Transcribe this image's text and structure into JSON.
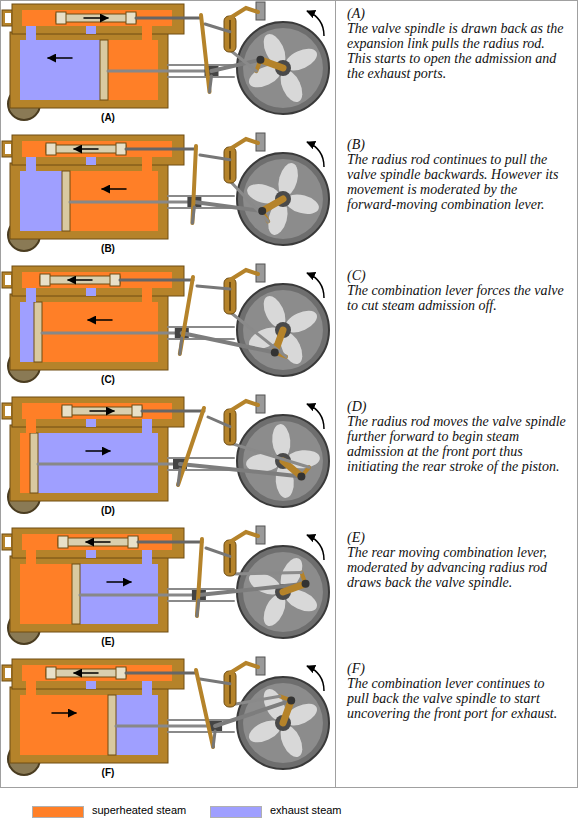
{
  "diagram": {
    "nodes": [
      {
        "text": [
          "(A)",
          "The valve spindle is drawn back as the expansion link pulls the radius rod. This starts to open the admission and the exhaust ports."
        ]
      },
      {
        "text": [
          "(B)",
          "The radius rod continues to pull the valve spindle backwards. However its movement is moderated by the forward-moving combination lever."
        ]
      },
      {
        "text": [
          "(C)",
          "The combination lever forces the valve to cut steam admission off."
        ]
      },
      {
        "text": [
          "(D)",
          "The radius rod moves the valve spindle further forward to begin steam admission at the front port thus initiating the rear stroke of the piston."
        ]
      },
      {
        "text": [
          "(E)",
          "The rear moving combination lever, moderated by advancing radius rod draws back the valve spindle."
        ]
      },
      {
        "text": [
          "(F)",
          "The combination lever continues to pull back the valve spindle to start uncovering the front port for exhaust."
        ]
      }
    ],
    "labels": [
      "(A)",
      "(B)",
      "(C)",
      "(D)",
      "(E)",
      "(F)"
    ],
    "legend": [
      {
        "text": "superheated steam",
        "color": "#ff7f27"
      },
      {
        "text": "exhaust steam",
        "color": "#9f9fff"
      }
    ]
  }
}
